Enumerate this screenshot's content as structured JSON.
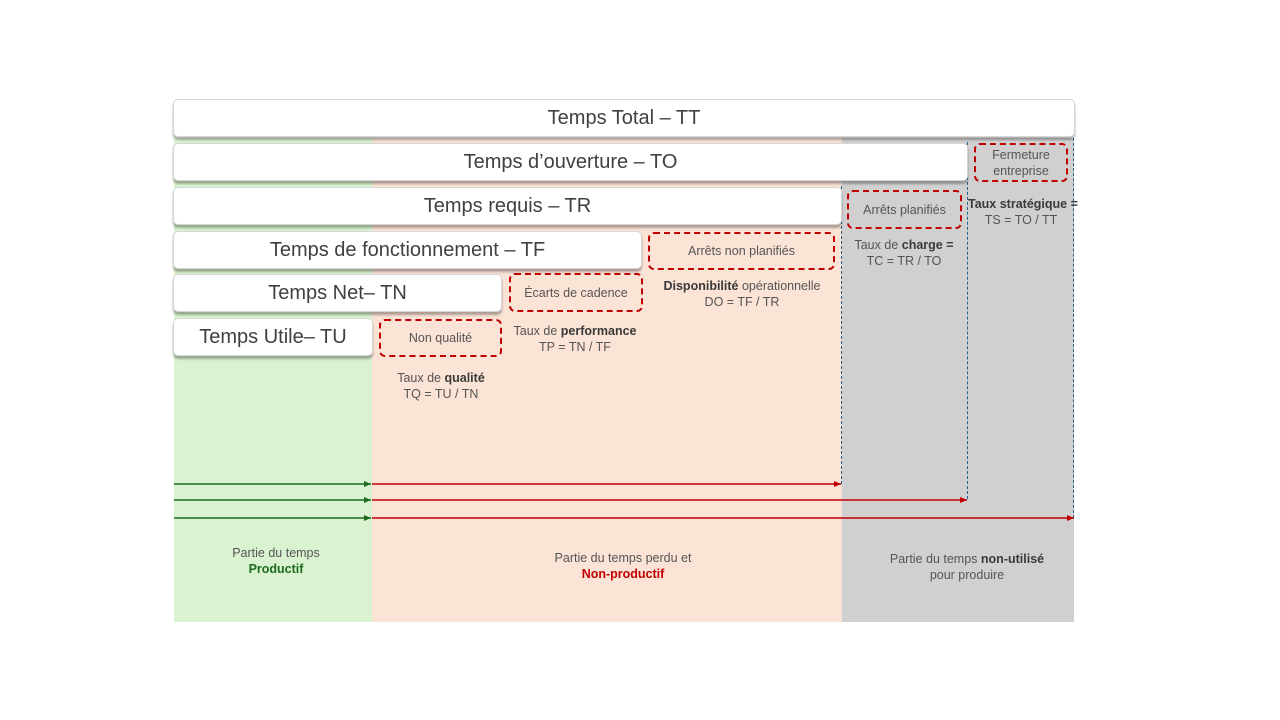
{
  "bars": {
    "tt": "Temps Total – TT",
    "to": "Temps d’ouverture – TO",
    "tr": "Temps requis – TR",
    "tf": "Temps de fonctionnement – TF",
    "tn": "Temps Net– TN",
    "tu": "Temps Utile– TU"
  },
  "losses": {
    "fermeture": "Fermeture entreprise",
    "arrets_planifies": "Arrêts planifiés",
    "arrets_non_planifies": "Arrêts non planifiés",
    "ecarts_cadence": "Écarts de cadence",
    "non_qualite": "Non qualité"
  },
  "formulas": {
    "ts": {
      "label": "Taux stratégique =",
      "formula": "TS = TO / TT"
    },
    "tc": {
      "prefix": "Taux de",
      "bold": "charge =",
      "formula": "TC = TR / TO"
    },
    "do": {
      "bold": "Disponibilité",
      "suffix": "opérationnelle",
      "formula": "DO = TF / TR"
    },
    "tp": {
      "prefix": "Taux de",
      "bold": "performance",
      "formula": "TP = TN / TF"
    },
    "tq": {
      "prefix": "Taux de",
      "bold": "qualité",
      "formula": "TQ = TU / TN"
    }
  },
  "captions": {
    "productif": {
      "line1": "Partie du temps",
      "strong": "Productif"
    },
    "perdu": {
      "line1": "Partie du temps perdu et",
      "strong": "Non-productif"
    },
    "non_utilise": {
      "prefix": "Partie du temps",
      "strong": "non-utilisé",
      "line2": "pour produire"
    }
  },
  "colors": {
    "productive_zone": "#d9f2d0",
    "lost_zone": "#fbe3d6",
    "unused_zone": "#d0d0d0",
    "loss_border": "#c00000",
    "arrow_green": "#1e6b1e",
    "arrow_red": "#c00000",
    "divider_blue": "#1f5f8b"
  }
}
